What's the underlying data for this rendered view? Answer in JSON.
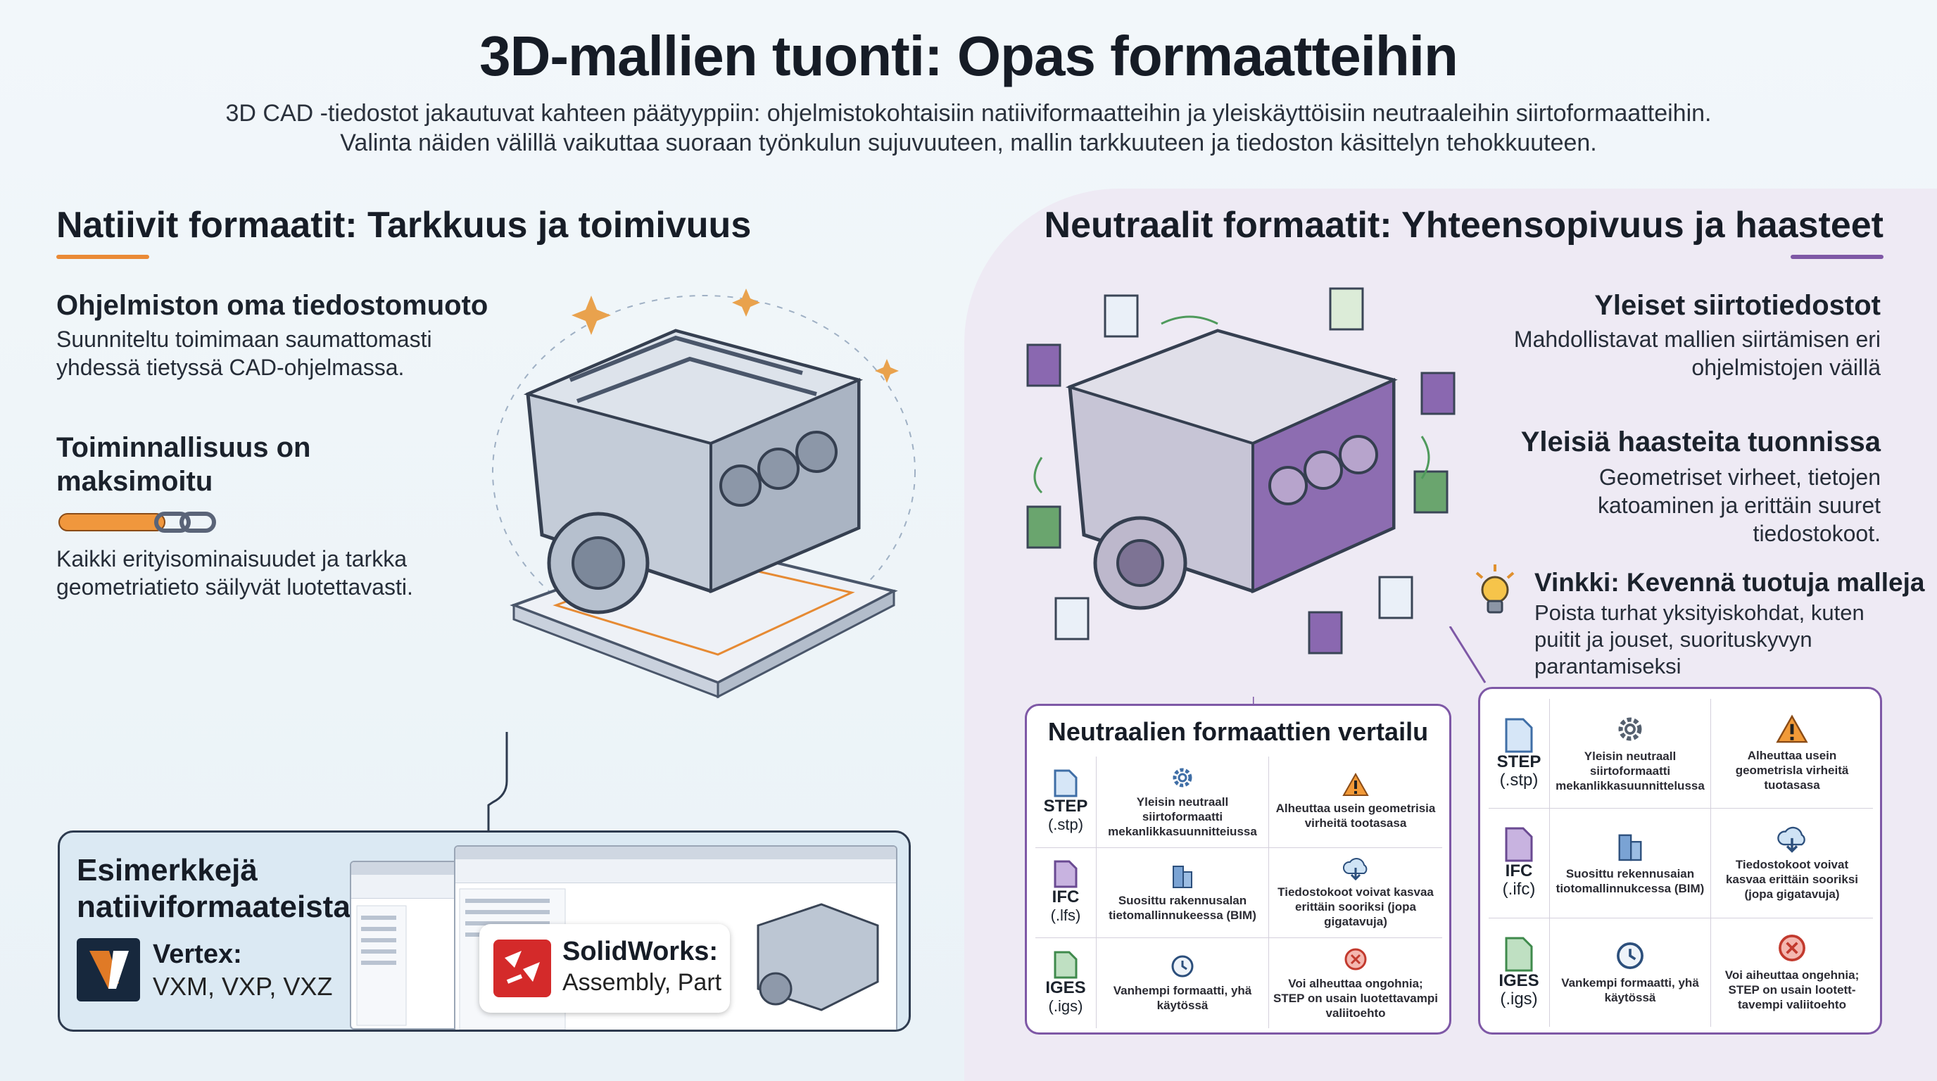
{
  "header": {
    "title": "3D-mallien tuonti: Opas formaatteihin",
    "intro_line1": "3D CAD -tiedostot jakautuvat kahteen päätyyppiin: ohjelmistokohtaisiin natiiviformaatteihin ja yleiskäyttöisiin neutraaleihin siirtoformaatteihin.",
    "intro_line2": "Valinta näiden välillä vaikuttaa suoraan työnkulun sujuvuuteen, mallin tarkkuuteen ja tiedoston käsittelyn tehokkuuteen."
  },
  "left": {
    "heading": "Natiivit formaatit: Tarkkuus ja toimivuus",
    "block1_title": "Ohjelmiston oma tiedostomuoto",
    "block1_text": "Suunniteltu toimimaan saumattomasti yhdessä tietyssä CAD-ohjelmassa.",
    "block2_title": "Toiminnallisuus on maksimoitu",
    "block2_text": "Kaikki erityisominaisuudet ja tarkka geometriatieto säilyvät luotettavasti.",
    "examples": {
      "title": "Esimerkkejä natiiviformaateista",
      "vertex_name": "Vertex:",
      "vertex_formats": "VXM, VXP, VXZ",
      "solidworks_name": "SolidWorks:",
      "solidworks_formats": "Assembly, Part"
    }
  },
  "right": {
    "heading": "Neutraalit formaatit: Yhteensopivuus ja haasteet",
    "block1_title": "Yleiset siirtotiedostot",
    "block1_text": "Mahdollistavat mallien siirtämisen eri ohjelmistojen väillä",
    "block2_title": "Yleisiä haasteita tuonnissa",
    "block2_text": "Geometriset virheet, tietojen katoaminen ja erittäin suuret tiedostokoot.",
    "tip_title": "Vinkki: Kevennä tuotuja malleja",
    "tip_text": "Poista turhat yksityiskohdat, kuten puitit ja jouset, suorituskyvyn parantamiseksi"
  },
  "comparison_left": {
    "title": "Neutraalien formaattien vertailu",
    "rows": [
      {
        "name": "STEP",
        "ext": "(.stp)",
        "col1": "Yleisin neutraall siirtoformaatti mekanlikkasuunnitteiussa",
        "col2": "Alheuttaa usein geometrisia virheitä tootasasa",
        "icon1": "gear-icon",
        "icon2": "warning-icon"
      },
      {
        "name": "IFC",
        "ext": "(.lfs)",
        "col1": "Suosittu rakennusalan tietomallinnukeessa (BIM)",
        "col2": "Tiedostokoot voivat kasvaa erittäin sooriksi (jopa gigatavuja)",
        "icon1": "building-icon",
        "icon2": "cloud-download-icon"
      },
      {
        "name": "IGES",
        "ext": "(.igs)",
        "col1": "Vanhempi formaatti, yhä käytössä",
        "col2": "Voi alheuttaa ongohnia; STEP on usain luotettavampi valiitoehto",
        "icon1": "clock-icon",
        "icon2": "error-icon"
      }
    ]
  },
  "comparison_right": {
    "rows": [
      {
        "name": "STEP",
        "ext": "(.stp)",
        "col1": "Yleisin neutraall siirtoformaatti mekanlikkasuunnittelussa",
        "col2": "Alheuttaa usein geometrisla virheitä tuotasasa",
        "icon1": "gear-icon",
        "icon2": "warning-icon"
      },
      {
        "name": "IFC",
        "ext": "(.ifc)",
        "col1": "Suosittu rekennusaian tiotomallinnukcessa (BIM)",
        "col2": "Tiedostokoot voivat kasvaa erittäin sooriksi (jopa gigatavuja)",
        "icon1": "building-icon",
        "icon2": "cloud-download-icon"
      },
      {
        "name": "IGES",
        "ext": "(.igs)",
        "col1": "Vankempi formaatti, yhä käytössä",
        "col2": "Voi aiheuttaa ongehnia; STEP on usain lootett-tavempi valiitoehto",
        "icon1": "clock-icon",
        "icon2": "error-icon"
      }
    ]
  },
  "colors": {
    "accent_orange": "#ea8a36",
    "accent_purple": "#7e58a6",
    "vertex_blue": "#17283d",
    "solidworks_red": "#d42a2a"
  }
}
